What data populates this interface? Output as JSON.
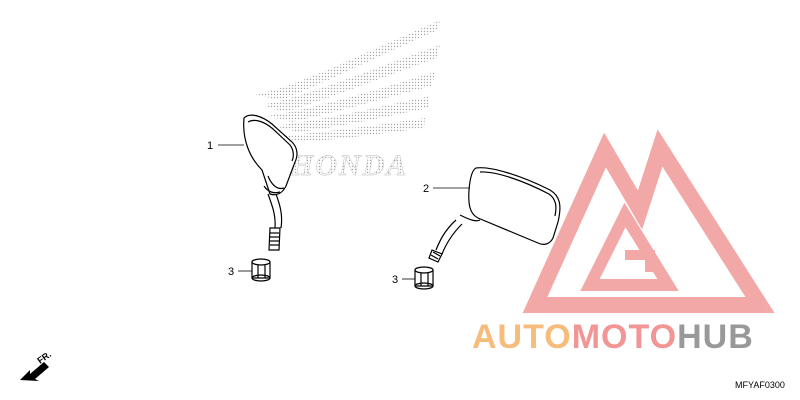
{
  "diagram": {
    "brand_text": "HONDA",
    "diagram_code": "MFYAF0300",
    "direction_label": "FR.",
    "callouts": [
      {
        "id": "mirror-left",
        "label": "1"
      },
      {
        "id": "mirror-right",
        "label": "2"
      },
      {
        "id": "nut-left",
        "label": "3"
      },
      {
        "id": "nut-right",
        "label": "3"
      }
    ]
  },
  "watermark": {
    "text_part1": "AUTO",
    "text_part2": "MOTO",
    "text_part3": "HUB",
    "color_primary": "#f08a8a",
    "color_secondary": "#f7b88a",
    "color_tertiary": "#9a9a9a"
  },
  "colors": {
    "line": "#000000",
    "honda_dots": "#b0b0b0"
  }
}
